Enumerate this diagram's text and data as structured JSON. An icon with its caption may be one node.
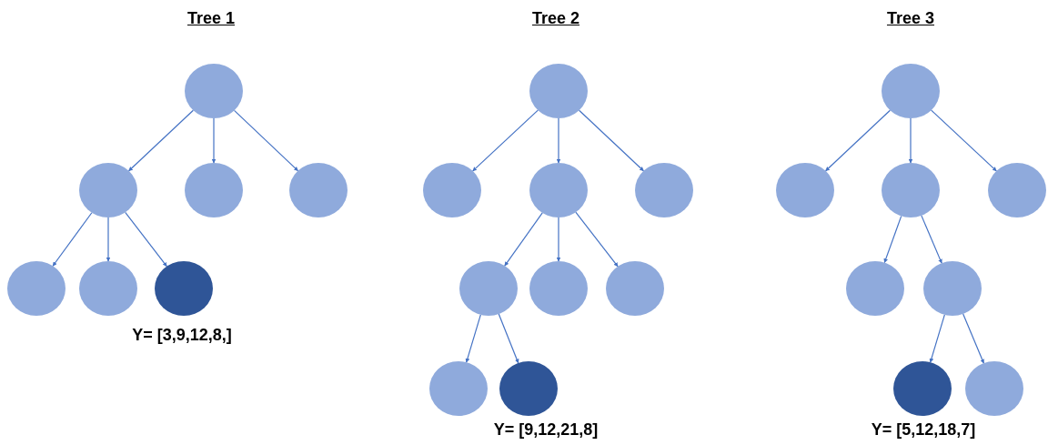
{
  "diagram": {
    "nodes": [
      {
        "text": [],
        "shape": "circle"
      },
      {
        "text": [],
        "shape": "circle"
      },
      {
        "text": [],
        "shape": "circle"
      },
      {
        "text": [],
        "shape": "circle"
      },
      {
        "text": [],
        "shape": "circle"
      },
      {
        "text": [],
        "shape": "circle"
      },
      {
        "text": [],
        "shape": "circle"
      },
      {
        "text": [],
        "shape": "circle"
      },
      {
        "text": [],
        "shape": "circle"
      },
      {
        "text": [],
        "shape": "circle"
      },
      {
        "text": [],
        "shape": "circle"
      },
      {
        "text": [],
        "shape": "circle"
      },
      {
        "text": [],
        "shape": "circle"
      },
      {
        "text": [],
        "shape": "circle"
      },
      {
        "text": [],
        "shape": "circle"
      },
      {
        "text": [],
        "shape": "circle"
      },
      {
        "text": [],
        "shape": "circle"
      },
      {
        "text": [],
        "shape": "circle"
      },
      {
        "text": [],
        "shape": "circle"
      },
      {
        "text": [],
        "shape": "circle"
      },
      {
        "text": [],
        "shape": "circle"
      },
      {
        "text": [],
        "shape": "circle"
      },
      {
        "text": [],
        "shape": "circle"
      },
      {
        "text": [],
        "shape": "circle"
      }
    ],
    "edges": [
      {
        "from": 0,
        "to": 1,
        "arrow": "to"
      },
      {
        "from": 0,
        "to": 2,
        "arrow": "to"
      },
      {
        "from": 0,
        "to": 3,
        "arrow": "to"
      },
      {
        "from": 1,
        "to": 4,
        "arrow": "to"
      },
      {
        "from": 1,
        "to": 5,
        "arrow": "to"
      },
      {
        "from": 1,
        "to": 6,
        "arrow": "to"
      },
      {
        "from": 7,
        "to": 8,
        "arrow": "to"
      },
      {
        "from": 7,
        "to": 9,
        "arrow": "to"
      },
      {
        "from": 7,
        "to": 10,
        "arrow": "to"
      },
      {
        "from": 9,
        "to": 11,
        "arrow": "to"
      },
      {
        "from": 9,
        "to": 12,
        "arrow": "to"
      },
      {
        "from": 9,
        "to": 13,
        "arrow": "to"
      },
      {
        "from": 11,
        "to": 14,
        "arrow": "to"
      },
      {
        "from": 11,
        "to": 15,
        "arrow": "to"
      },
      {
        "from": 16,
        "to": 17,
        "arrow": "to"
      },
      {
        "from": 16,
        "to": 18,
        "arrow": "to"
      },
      {
        "from": 16,
        "to": 19,
        "arrow": "to"
      },
      {
        "from": 18,
        "to": 20,
        "arrow": "to"
      },
      {
        "from": 18,
        "to": 21,
        "arrow": "to"
      },
      {
        "from": 21,
        "to": 22,
        "arrow": "to"
      },
      {
        "from": 21,
        "to": 23,
        "arrow": "to"
      }
    ],
    "labels": [
      "Tree 1",
      "Tree 2",
      "Tree 3",
      "Y= [3,9,12,8,]",
      "Y= [9,12,21,8]",
      "Y= [5,12,18,7]"
    ]
  }
}
